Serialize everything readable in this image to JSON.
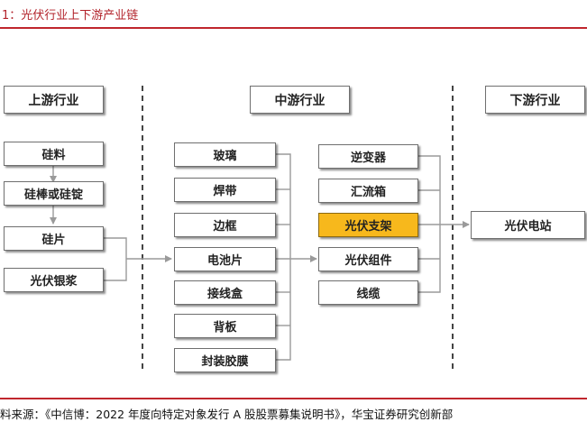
{
  "figure_title": "1：光伏行业上下游产业链",
  "source_note": "料来源：《中信博：2022 年度向特定对象发行 A 股股票募集说明书》，华宝证券研究创新部",
  "columns": {
    "upstream": {
      "header": "上游行业",
      "items": [
        "硅料",
        "硅棒或硅锭",
        "硅片",
        "光伏银浆"
      ]
    },
    "midstream": {
      "header": "中游行业",
      "materials": [
        "玻璃",
        "焊带",
        "边框",
        "电池片",
        "接线盒",
        "背板",
        "封装胶膜"
      ],
      "products": [
        "逆变器",
        "汇流箱",
        "光伏支架",
        "光伏组件",
        "线缆"
      ],
      "highlighted": "光伏支架"
    },
    "downstream": {
      "header": "下游行业",
      "items": [
        "光伏电站"
      ]
    }
  },
  "colors": {
    "title_red": "#b2222a",
    "rule_red": "#c0262d",
    "highlight": "#f7b81c",
    "connector": "#9a9a9a"
  }
}
